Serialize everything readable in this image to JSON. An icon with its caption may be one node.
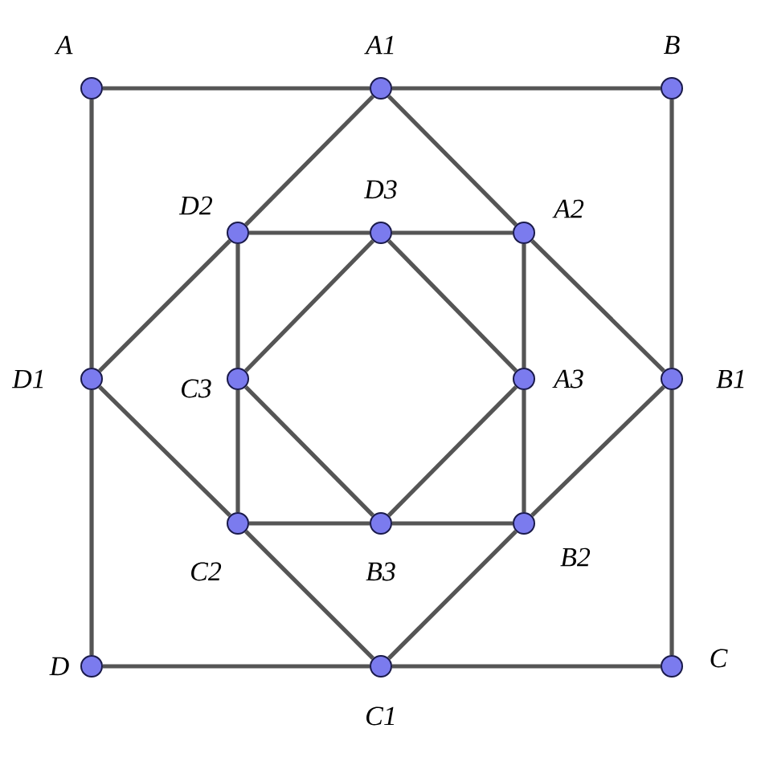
{
  "diagram": {
    "nodes": [
      {
        "text": [],
        "shape": "circle",
        "beside": [
          "A"
        ]
      },
      {
        "text": [],
        "shape": "circle",
        "beside": [
          "A1"
        ]
      },
      {
        "text": [],
        "shape": "circle",
        "beside": [
          "B"
        ]
      },
      {
        "text": [],
        "shape": "circle",
        "beside": [
          "D2"
        ]
      },
      {
        "text": [],
        "shape": "circle",
        "beside": [
          "D3"
        ]
      },
      {
        "text": [],
        "shape": "circle",
        "beside": [
          "A2"
        ]
      },
      {
        "text": [],
        "shape": "circle",
        "beside": [
          "D1"
        ]
      },
      {
        "text": [],
        "shape": "circle",
        "beside": [
          "C3"
        ]
      },
      {
        "text": [],
        "shape": "circle",
        "beside": [
          "A3"
        ]
      },
      {
        "text": [],
        "shape": "circle",
        "beside": [
          "B1"
        ]
      },
      {
        "text": [],
        "shape": "circle",
        "beside": [
          "C2"
        ]
      },
      {
        "text": [],
        "shape": "circle",
        "beside": [
          "B3"
        ]
      },
      {
        "text": [],
        "shape": "circle",
        "beside": [
          "B2"
        ]
      },
      {
        "text": [],
        "shape": "circle",
        "beside": [
          "D"
        ]
      },
      {
        "text": [],
        "shape": "circle",
        "beside": [
          "C1"
        ]
      },
      {
        "text": [],
        "shape": "circle",
        "beside": [
          "C"
        ]
      }
    ],
    "edges": [
      {
        "from": 0,
        "to": 1,
        "arrow": "none"
      },
      {
        "from": 1,
        "to": 2,
        "arrow": "none"
      },
      {
        "from": 2,
        "to": 9,
        "arrow": "none"
      },
      {
        "from": 9,
        "to": 15,
        "arrow": "none"
      },
      {
        "from": 15,
        "to": 14,
        "arrow": "none"
      },
      {
        "from": 14,
        "to": 13,
        "arrow": "none"
      },
      {
        "from": 13,
        "to": 6,
        "arrow": "none"
      },
      {
        "from": 6,
        "to": 0,
        "arrow": "none"
      },
      {
        "from": 1,
        "to": 5,
        "arrow": "none"
      },
      {
        "from": 5,
        "to": 9,
        "arrow": "none"
      },
      {
        "from": 9,
        "to": 12,
        "arrow": "none"
      },
      {
        "from": 12,
        "to": 14,
        "arrow": "none"
      },
      {
        "from": 14,
        "to": 10,
        "arrow": "none"
      },
      {
        "from": 10,
        "to": 6,
        "arrow": "none"
      },
      {
        "from": 6,
        "to": 3,
        "arrow": "none"
      },
      {
        "from": 3,
        "to": 1,
        "arrow": "none"
      },
      {
        "from": 3,
        "to": 4,
        "arrow": "none"
      },
      {
        "from": 4,
        "to": 5,
        "arrow": "none"
      },
      {
        "from": 5,
        "to": 8,
        "arrow": "none"
      },
      {
        "from": 8,
        "to": 12,
        "arrow": "none"
      },
      {
        "from": 12,
        "to": 11,
        "arrow": "none"
      },
      {
        "from": 11,
        "to": 10,
        "arrow": "none"
      },
      {
        "from": 10,
        "to": 7,
        "arrow": "none"
      },
      {
        "from": 7,
        "to": 3,
        "arrow": "none"
      },
      {
        "from": 4,
        "to": 8,
        "arrow": "none"
      },
      {
        "from": 8,
        "to": 11,
        "arrow": "none"
      },
      {
        "from": 11,
        "to": 7,
        "arrow": "none"
      },
      {
        "from": 7,
        "to": 4,
        "arrow": "none"
      }
    ]
  }
}
